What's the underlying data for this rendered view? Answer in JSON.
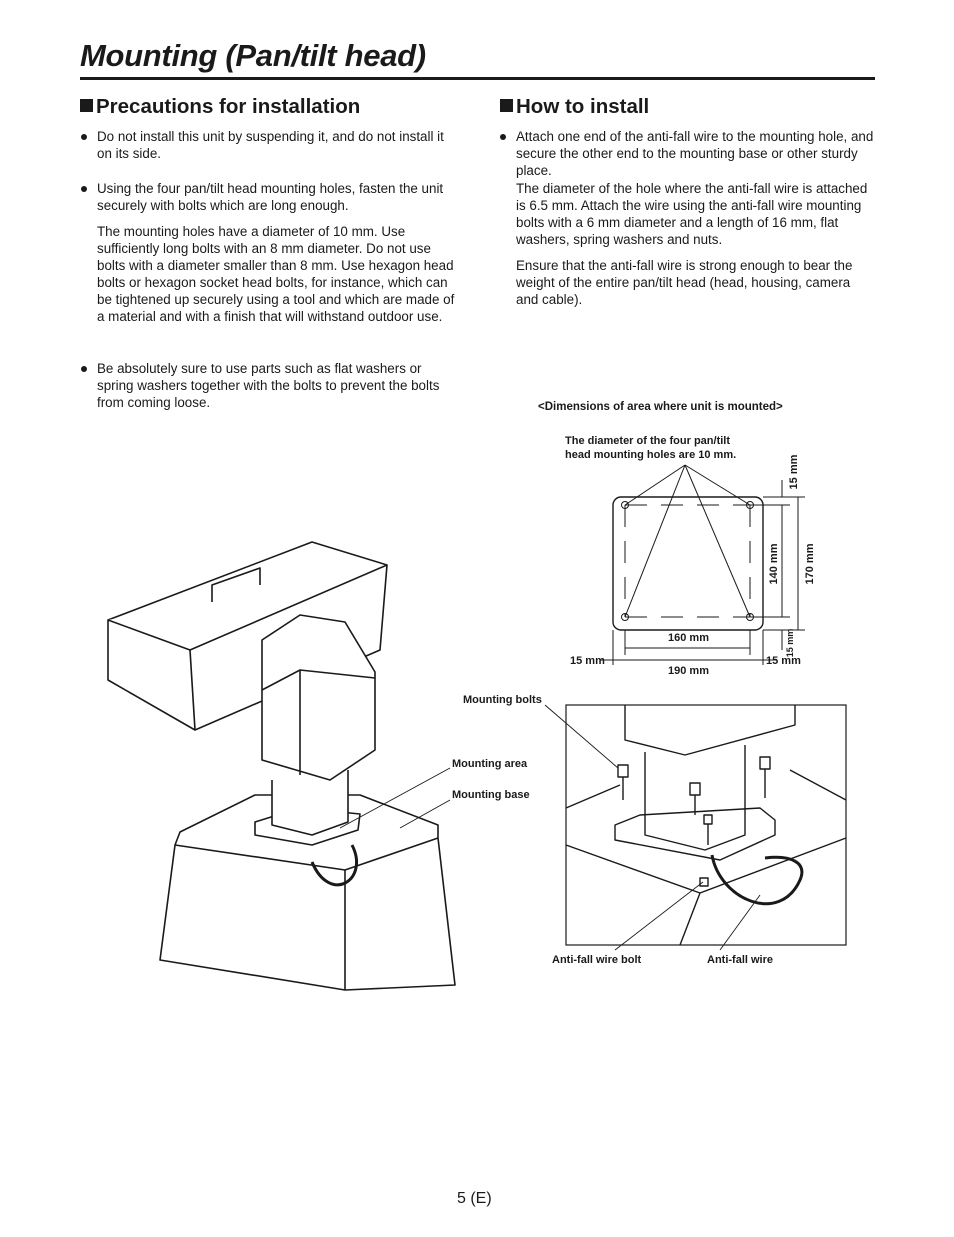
{
  "title": "Mounting (Pan/tilt head)",
  "precautions": {
    "heading": "Precautions for installation",
    "items": [
      "Do not install this unit by suspending it, and do not install it on its side.",
      "Using the four pan/tilt head mounting holes, fasten the unit securely with bolts which are long enough.",
      "Be absolutely sure to use parts such as flat washers or spring washers together with the bolts to prevent the bolts from coming loose."
    ],
    "item2_detail": "The mounting holes have a diameter of 10 mm. Use sufficiently long bolts with an 8 mm diameter. Do not use bolts with a diameter smaller than 8 mm. Use hexagon head bolts or hexagon socket head bolts, for instance, which can be tightened up securely using a tool and which are made of a material and with a finish that will withstand outdoor use."
  },
  "how_to": {
    "heading": "How to install",
    "item1": "Attach one end of the anti-fall wire to the mounting hole, and secure the other end to the mounting base or other sturdy place.",
    "item1_detail": "The diameter of the hole where the anti-fall wire is attached is 6.5 mm. Attach the wire using the anti-fall wire mounting bolts with a 6 mm diameter and a length of 16 mm, flat washers, spring washers and nuts.",
    "note": "Ensure that the anti-fall wire is strong enough to bear the weight of the entire pan/tilt head (head, housing, camera and cable)."
  },
  "dimensions": {
    "caption": "<Dimensions of area where unit is mounted>",
    "hole_note_1": "The diameter of the four pan/tilt",
    "hole_note_2": "head mounting holes are 10 mm.",
    "dim_160": "160 mm",
    "dim_190": "190 mm",
    "dim_15_left": "15 mm",
    "dim_15_right": "15 mm",
    "dim_15_top": "15 mm",
    "dim_15_bottom": "15 mm",
    "dim_140": "140 mm",
    "dim_170": "170 mm"
  },
  "labels": {
    "mounting_bolts": "Mounting bolts",
    "mounting_area": "Mounting area",
    "mounting_base": "Mounting base",
    "anti_fall_bolt": "Anti-fall wire bolt",
    "anti_fall_wire": "Anti-fall wire"
  },
  "page_number": "5 (E)"
}
